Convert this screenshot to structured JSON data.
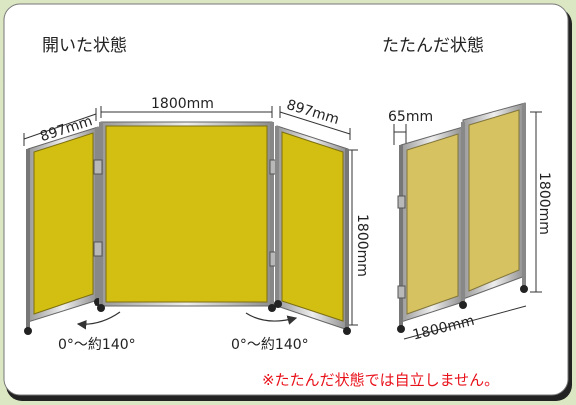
{
  "open_state": {
    "title": "開いた状態",
    "width_left": "897mm",
    "width_center": "1800mm",
    "width_right": "897mm",
    "height": "1800mm",
    "angle_left": "0°～約140°",
    "angle_right": "0°～約140°"
  },
  "folded_state": {
    "title": "たたんだ状態",
    "depth": "65mm",
    "height": "1800mm",
    "width": "1800mm"
  },
  "note": "※たたんだ状態では自立しません。",
  "colors": {
    "background": "#dbe7c2",
    "panel_open": "#d3be12",
    "panel_folded": "#d6c260",
    "frame": "#c9c9c9",
    "note_text": "#e8121b"
  }
}
